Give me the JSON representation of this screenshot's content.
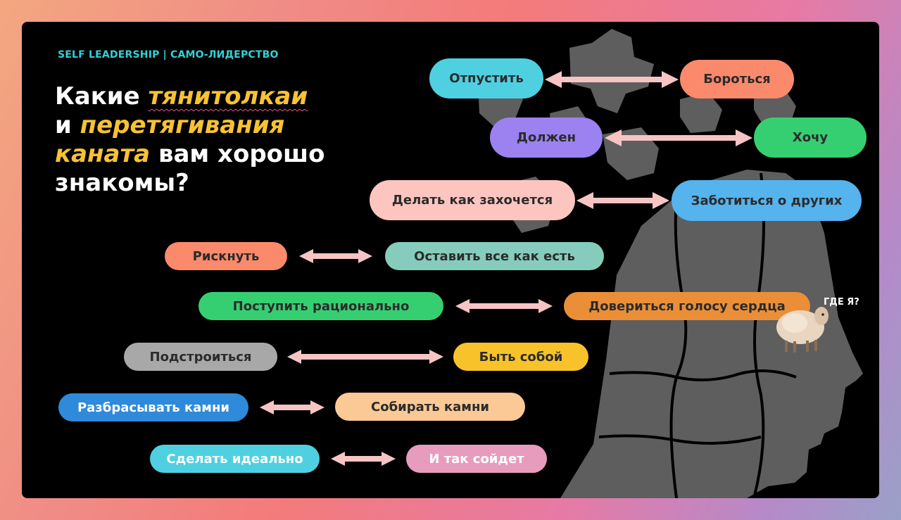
{
  "slide": {
    "tag": "SELF LEADERSHIP | САМО-ЛИДЕРСТВО",
    "headline": {
      "part1": "Какие ",
      "hl1": "тянитолкаи",
      "part2": "и ",
      "hl2": "перетягивания",
      "hl3": "каната",
      "part3": " вам хорошо",
      "part4": "знакомы?"
    },
    "pairs": [
      {
        "left": "Отпустить",
        "right": "Бороться",
        "left_color": "#4fd0e1",
        "right_color": "#fa8a6b"
      },
      {
        "left": "Должен",
        "right": "Хочу",
        "left_color": "#9b82f0",
        "right_color": "#35cf72"
      },
      {
        "left": "Делать как захочется",
        "right": "Заботиться о других",
        "left_color": "#fcc5c0",
        "right_color": "#55b3ee"
      },
      {
        "left": "Рискнуть",
        "right": "Оставить все как есть",
        "left_color": "#fa8a6b",
        "right_color": "#86ccbc"
      },
      {
        "left": "Поступить рационально",
        "right": "Довериться голосу сердца",
        "left_color": "#35cf72",
        "right_color": "#ea8f38"
      },
      {
        "left": "Подстроиться",
        "right": "Быть собой",
        "left_color": "#a8a8a8",
        "right_color": "#f8c32a"
      },
      {
        "left": "Разбрасывать камни",
        "right": "Собирать камни",
        "left_color": "#2f8ad9",
        "right_color": "#fbc996"
      },
      {
        "left": "Сделать идеально",
        "right": "И так сойдет",
        "left_color": "#4fd0e1",
        "right_color": "#e79cbd"
      }
    ],
    "sheep_caption": "ГДЕ Я?",
    "colors": {
      "arrow": "#f7c4c4",
      "accent": "#f7c234",
      "tag": "#33d0d8"
    }
  }
}
